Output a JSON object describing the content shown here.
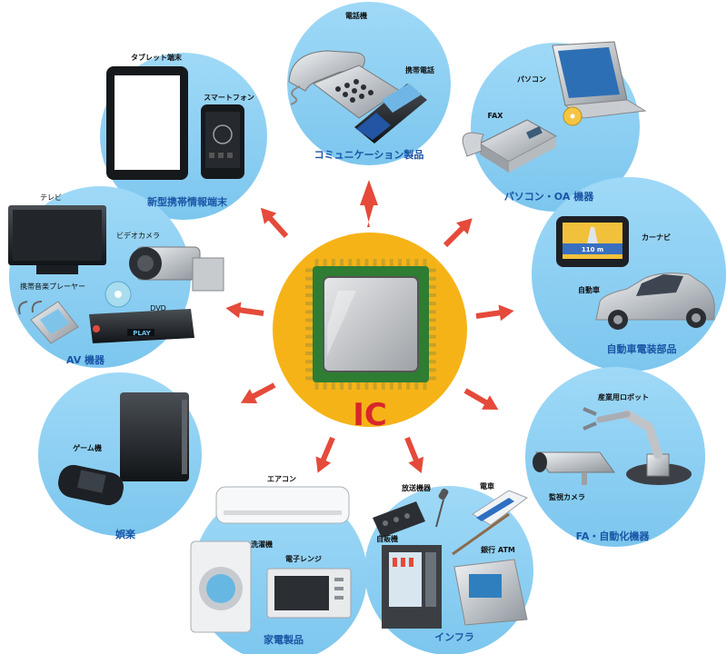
{
  "hub": {
    "label": "IC",
    "colors": {
      "ring": "#f6b318",
      "chip": "#2e7d32",
      "die": "#b0b3b6",
      "pins": "#c9a227",
      "text": "#d8262b"
    }
  },
  "colors": {
    "circle": "#8fd3f4",
    "category_text": "#1a56a6",
    "arrow": "#e54a3a"
  },
  "categories": {
    "communication": {
      "title": "コミュニケーション製品",
      "devices": [
        "電話機",
        "携帯電話"
      ]
    },
    "pc_oa": {
      "title": "パソコン・OA 機器",
      "devices": [
        "パソコン",
        "FAX"
      ]
    },
    "car": {
      "title": "自動車電装部品",
      "devices": [
        "カーナビ",
        "自動車"
      ],
      "screen_text": "110 m"
    },
    "fa": {
      "title": "FA・自動化機器",
      "devices": [
        "産業用ロボット",
        "監視カメラ"
      ]
    },
    "infra": {
      "title": "インフラ",
      "devices": [
        "放送機器",
        "電車",
        "自販機",
        "銀行 ATM"
      ]
    },
    "home": {
      "title": "家電製品",
      "devices": [
        "エアコン",
        "洗濯機",
        "電子レンジ"
      ]
    },
    "entertainment": {
      "title": "娯楽",
      "devices": [
        "ゲーム機"
      ]
    },
    "av": {
      "title": "AV 機器",
      "devices": [
        "テレビ",
        "ビデオカメラ",
        "携帯音楽プレーヤー",
        "DVD"
      ],
      "dvd_text": "PLAY"
    },
    "mobile": {
      "title": "新型携帯情報端末",
      "devices": [
        "タブレット端末",
        "スマートフォン"
      ]
    }
  }
}
